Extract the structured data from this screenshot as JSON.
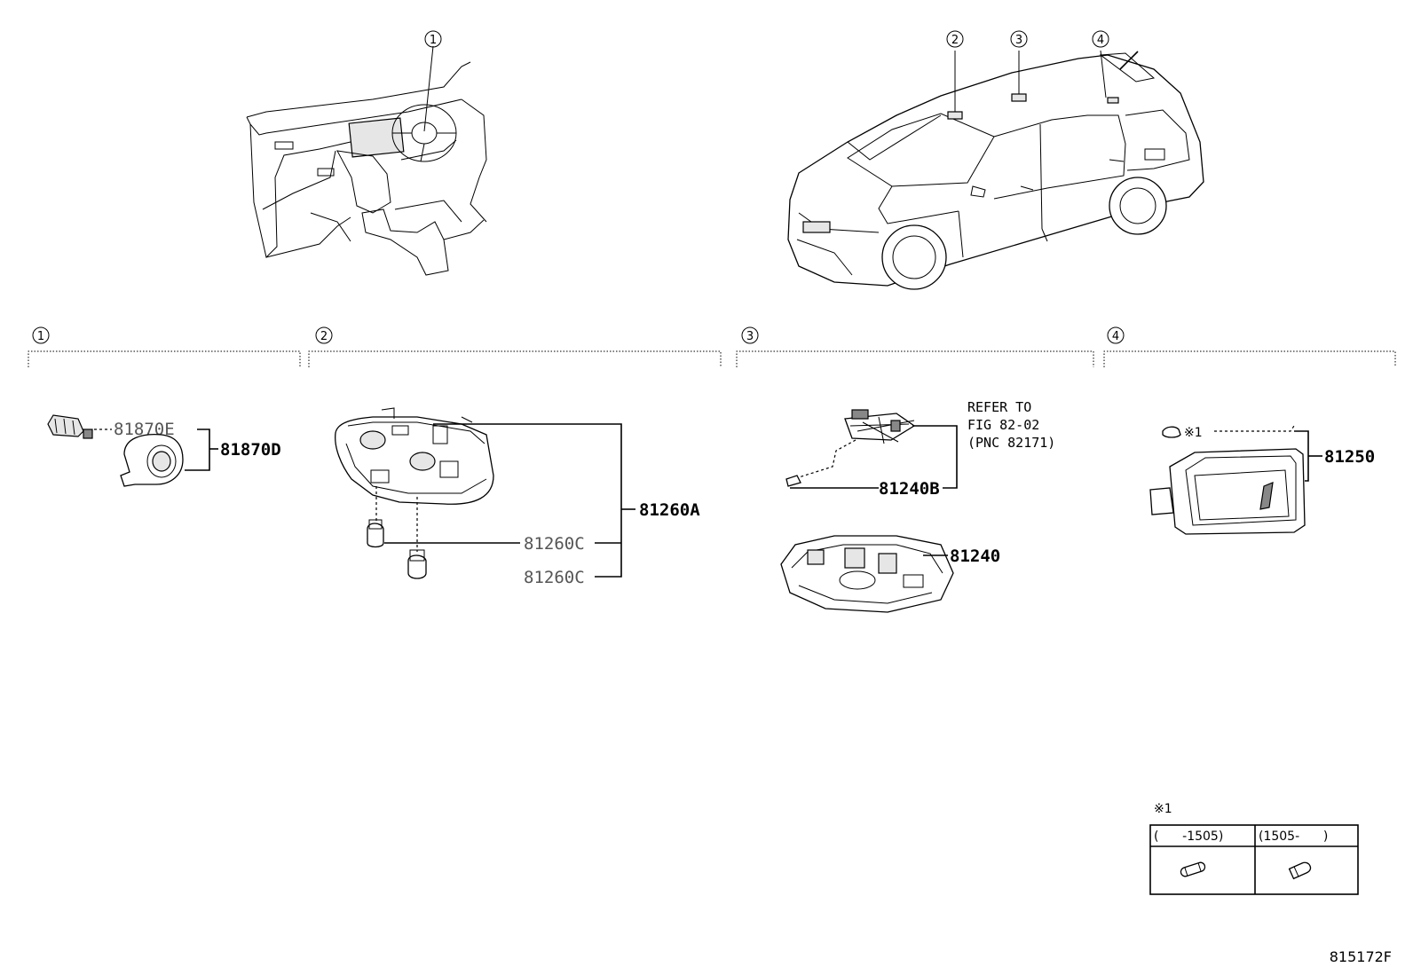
{
  "diagram_id": "815172F",
  "callout_numbers": [
    "1",
    "2",
    "3",
    "4"
  ],
  "sections": [
    {
      "index": "1",
      "parts": [
        {
          "number": "81870D"
        },
        {
          "number": "81870E",
          "faded": true
        }
      ]
    },
    {
      "index": "2",
      "parts": [
        {
          "number": "81260A"
        },
        {
          "number": "81260C",
          "faded": true
        },
        {
          "number": "81260C",
          "faded": true
        }
      ]
    },
    {
      "index": "3",
      "parts": [
        {
          "number": "81240B"
        },
        {
          "number": "81240"
        }
      ],
      "refer_note": [
        "REFER TO",
        "FIG 82-02",
        "(PNC 82171)"
      ]
    },
    {
      "index": "4",
      "parts": [
        {
          "number": "81250"
        }
      ],
      "footnote_mark": "※1"
    }
  ],
  "footnote_table": {
    "mark": "※1",
    "columns": [
      "(      -1505)",
      "(1505-      )"
    ]
  },
  "colors": {
    "line": "#000000",
    "background": "#ffffff",
    "faded_label": "#555555"
  }
}
